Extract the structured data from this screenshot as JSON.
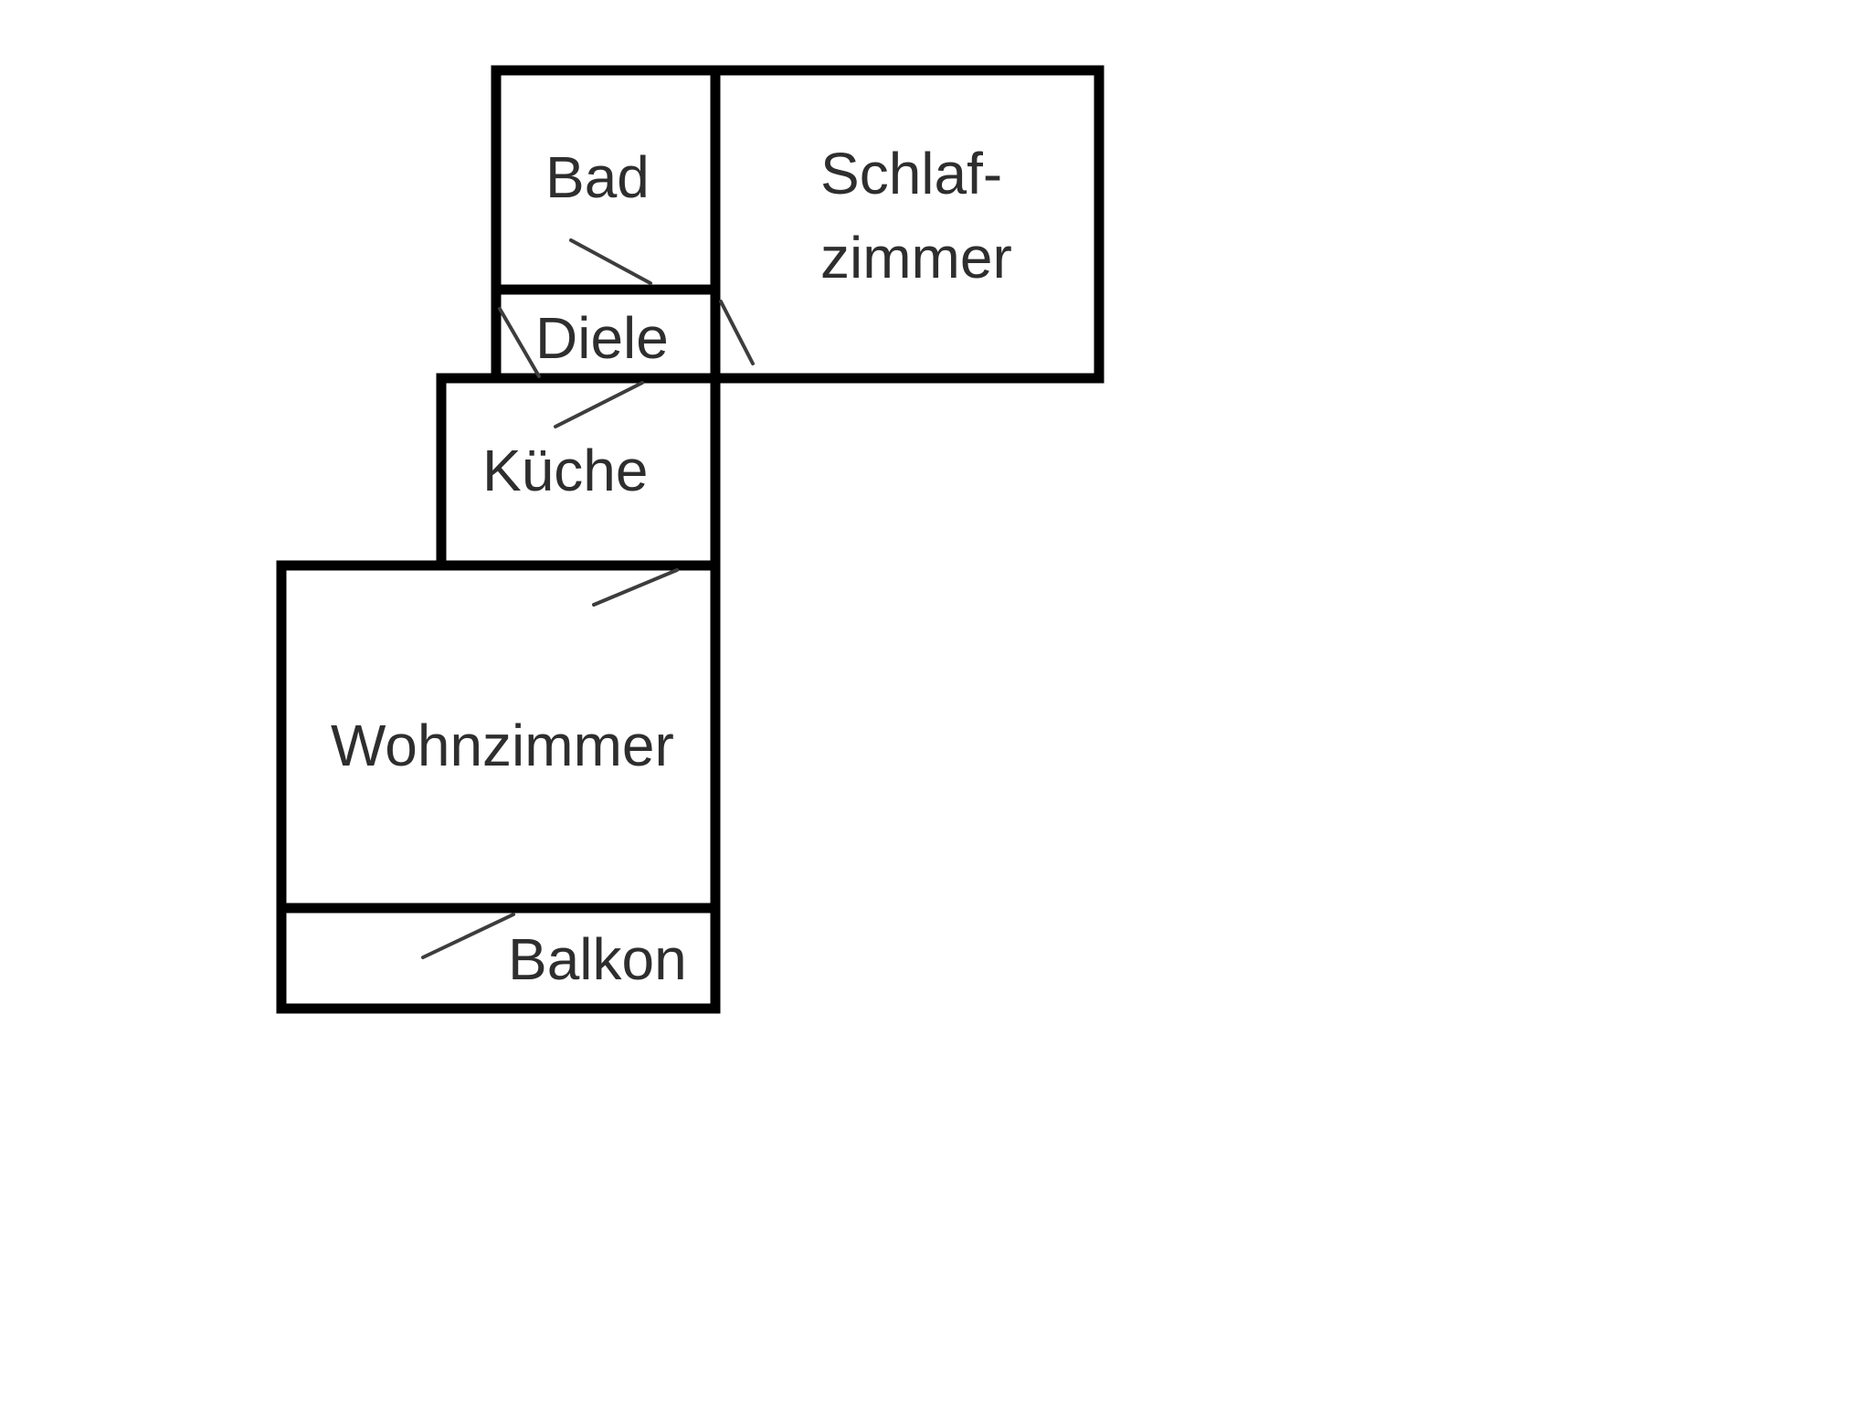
{
  "floor_plan": {
    "colors": {
      "background": "#ffffff",
      "walls": "#000000",
      "text": "#2e2e2e",
      "door_lines": "#3d3d3d"
    },
    "rooms": {
      "bad": {
        "label": "Bad"
      },
      "schlafzimmer": {
        "label_line1": "Schlaf-",
        "label_line2": "zimmer"
      },
      "diele": {
        "label": "Diele"
      },
      "kueche": {
        "label": "Küche"
      },
      "wohnzimmer": {
        "label": "Wohnzimmer"
      },
      "balkon": {
        "label": "Balkon"
      }
    }
  }
}
